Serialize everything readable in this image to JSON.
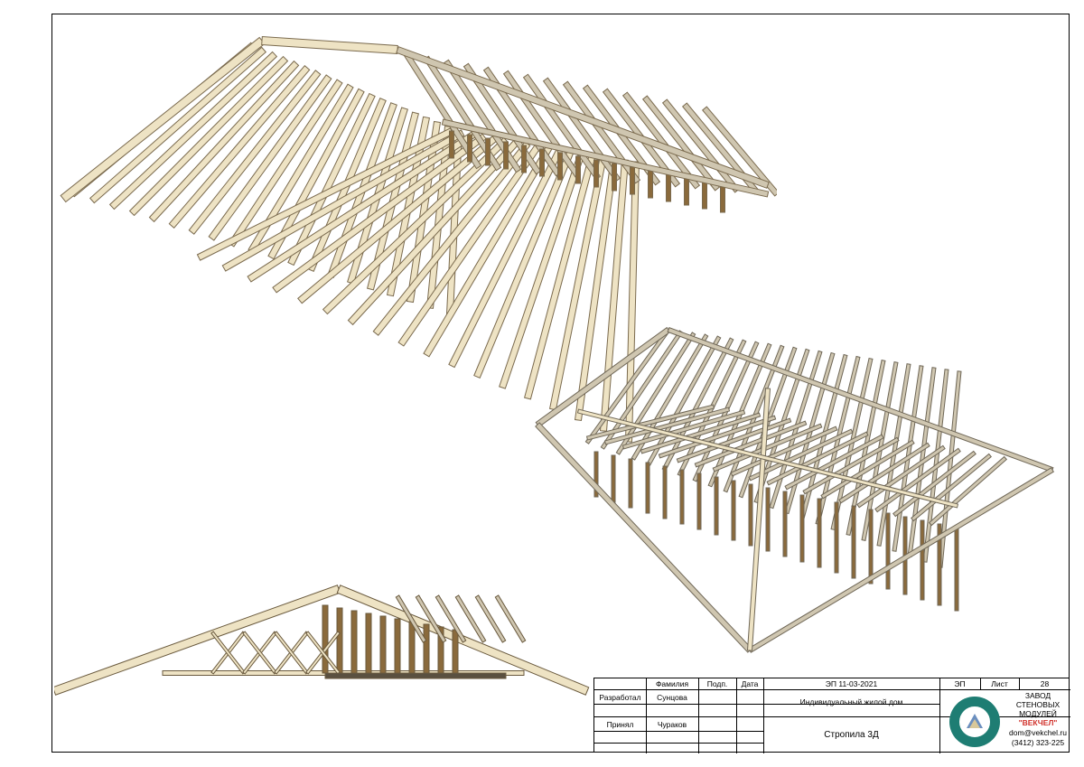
{
  "stamp": {
    "headers": {
      "surname": "Фамилия",
      "sign": "Подп.",
      "date": "Дата"
    },
    "rows": [
      {
        "role": "Разработал",
        "name": "Сунцова"
      },
      {
        "role": "Принял",
        "name": "Чураков"
      }
    ],
    "doc_code": "ЭП 11-03-2021",
    "stage_label": "ЭП",
    "sheet_label": "Лист",
    "sheet_number": "28",
    "project_title": "Индивидуальный жилой дом",
    "sheet_title": "Стропила 3Д",
    "company": {
      "line1": "ЗАВОД",
      "line2": "СТЕНОВЫХ",
      "line3": "МОДУЛЕЙ",
      "brand": "\"ВЕКЧЕЛ\"",
      "email": "dom@vekchel.ru",
      "phone": "(3412) 323-225"
    },
    "colors": {
      "timber_light": "#eee3c4",
      "timber_dark": "#cfc6b0",
      "timber_post": "#8a6a3c",
      "brand_red": "#d0302a",
      "logo_teal": "#1e7d73"
    },
    "icons": [
      "company-logo-icon"
    ]
  }
}
